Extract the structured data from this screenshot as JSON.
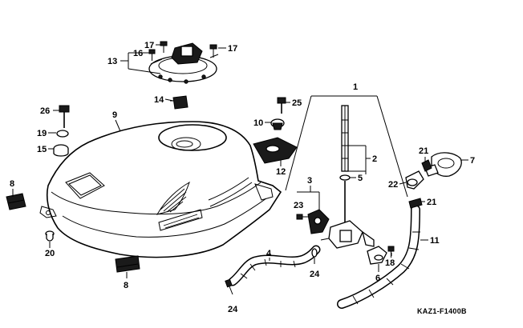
{
  "diagram": {
    "drawing_code": "KAZ1-F1400B",
    "callouts": {
      "c1": "1",
      "c2": "2",
      "c3": "3",
      "c4": "4",
      "c5": "5",
      "c6": "6",
      "c7": "7",
      "c8a": "8",
      "c8b": "8",
      "c9": "9",
      "c10": "10",
      "c11": "11",
      "c12": "12",
      "c13": "13",
      "c14": "14",
      "c15": "15",
      "c16": "16",
      "c17a": "17",
      "c17b": "17",
      "c18": "18",
      "c19": "19",
      "c20": "20",
      "c21a": "21",
      "c21b": "21",
      "c22": "22",
      "c23": "23",
      "c24a": "24",
      "c24b": "24",
      "c25": "25",
      "c26": "26"
    }
  }
}
